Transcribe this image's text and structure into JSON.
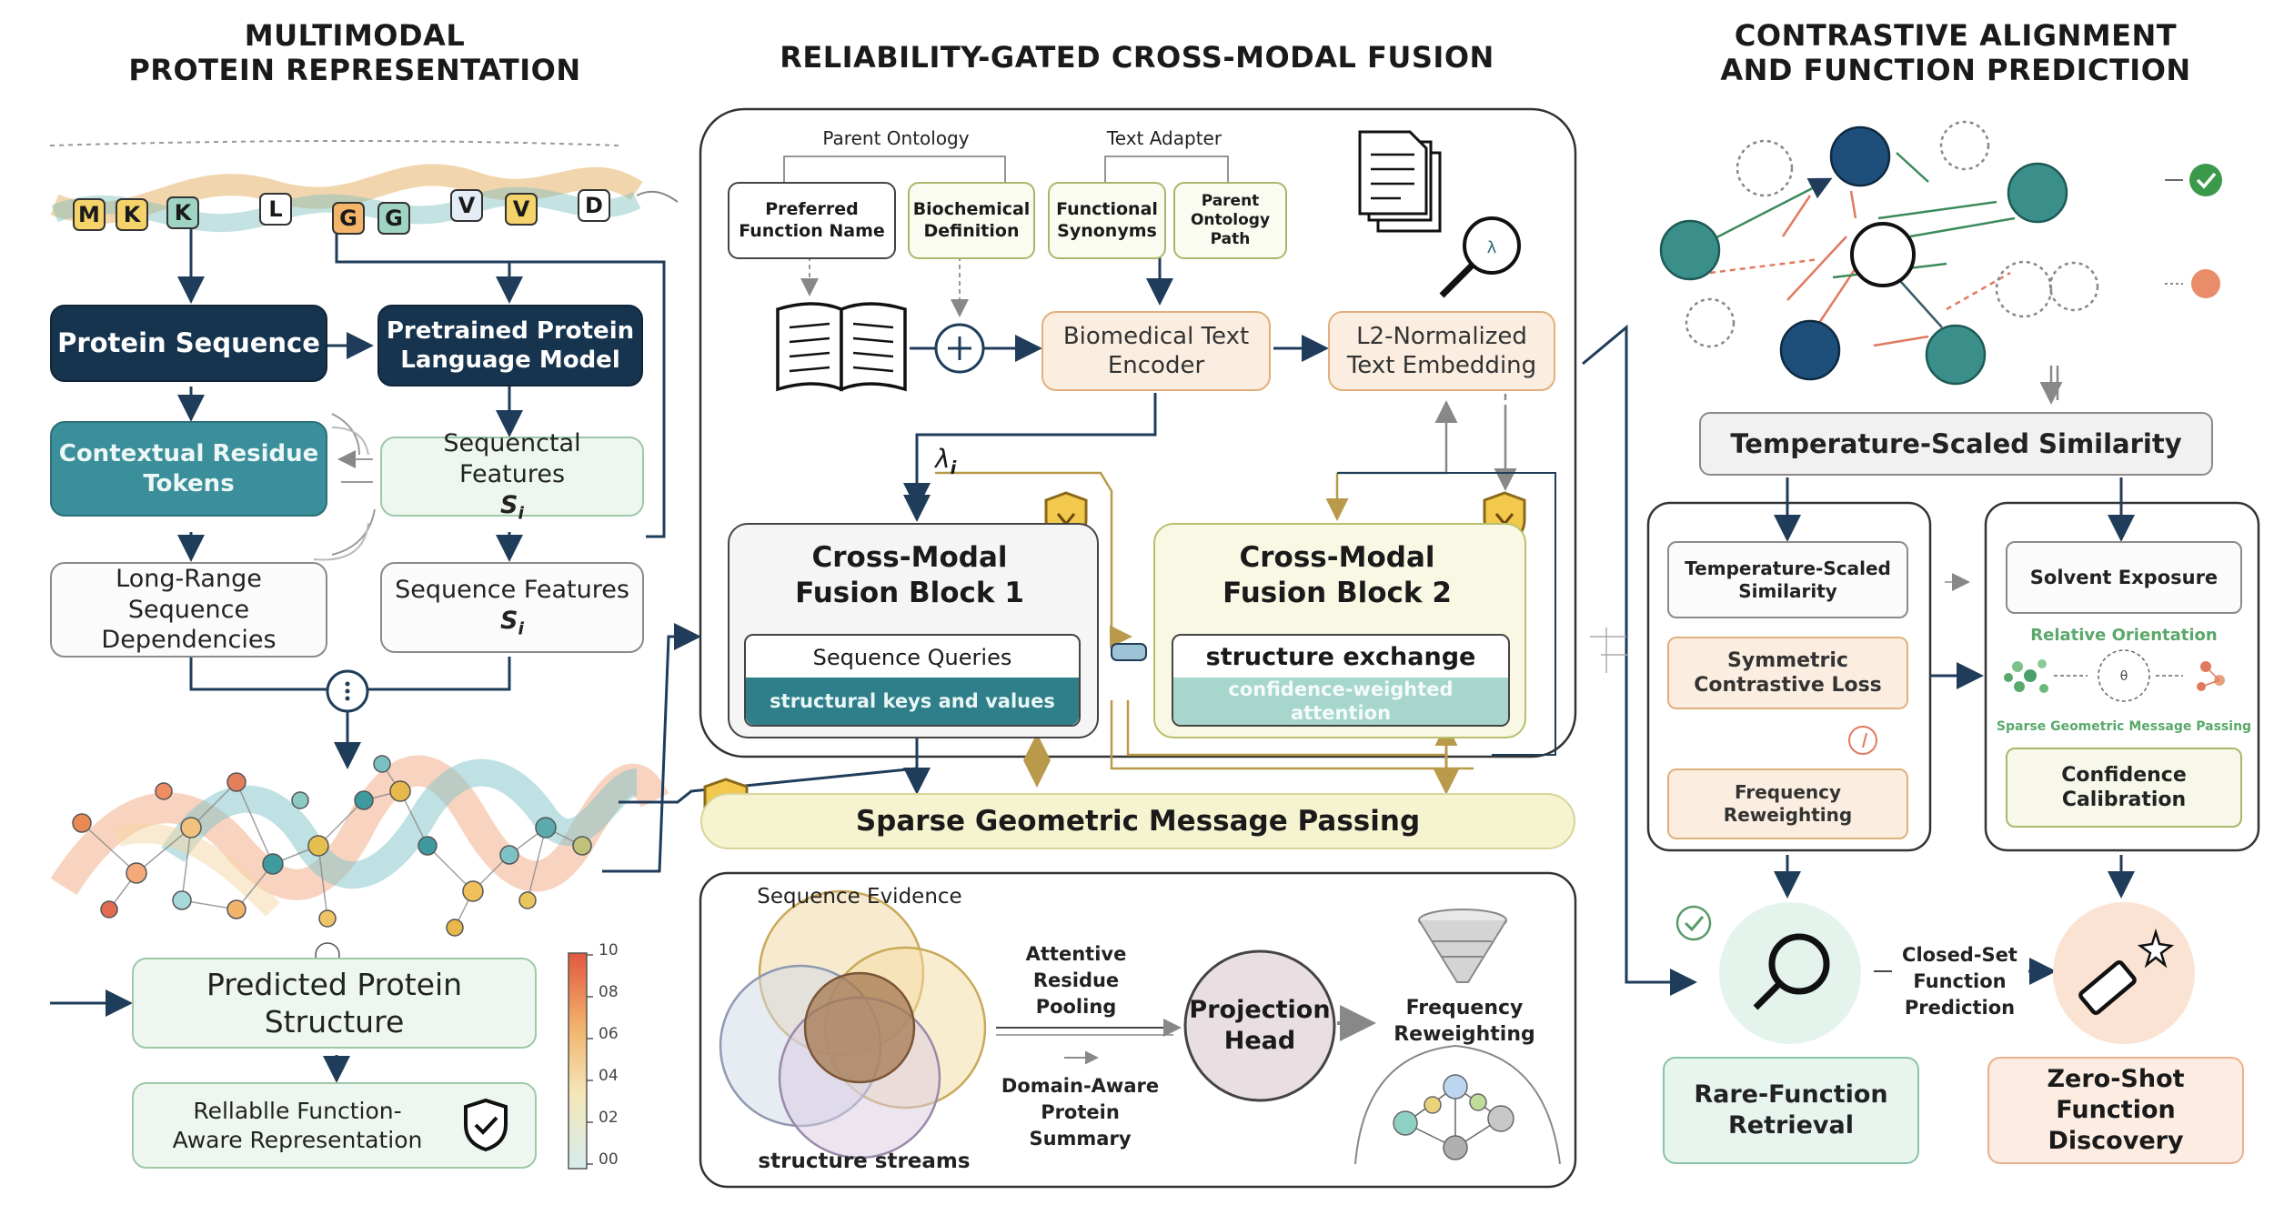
{
  "titles": {
    "left": "MULTIMODAL\nPROTEIN REPRESENTATION",
    "middle": "RELIABILITY-GATED CROSS-MODAL FUSION",
    "right": "CONTRASTIVE ALIGNMENT\nAND FUNCTION PREDICTION"
  },
  "left": {
    "residues": [
      "M",
      "K",
      "K",
      "L",
      "G",
      "G",
      "V",
      "V",
      "D"
    ],
    "protein_sequence": "Protein Sequence",
    "pretrained_model": "Pretrained Protein Language Model",
    "contextual_tokens": "Contextual Residue Tokens",
    "seq_features_1": "Sequenctal Features",
    "seq_features_2": "Sequence Features",
    "seq_symbol": "S",
    "seq_subscript": "i",
    "long_range": "Long-Range Sequence Dependencies",
    "predicted_structure": "Predicted Protein Structure",
    "reliable_repr": "Rellablle Function-Aware Representation",
    "colorbar_ticks": [
      "10",
      "08",
      "06",
      "04",
      "02",
      "00"
    ]
  },
  "middle": {
    "parent_ontology": "Parent Ontology",
    "text_adapter": "Text Adapter",
    "preferred_function_name": "Preferred Function Name",
    "biochemical_definition": "Biochemical Definition",
    "functional_synonyms": "Functional Synonyms",
    "parent_ontology_path": "Parent Ontology Path",
    "text_encoder": "Biomedical Text Encoder",
    "text_embedding": "L2-Normalized Text Embedding",
    "lambda": "λ",
    "lambda_sub": "i",
    "fusion1_title": "Cross-Modal Fusion Block 1",
    "fusion1_queries": "Sequence Queries",
    "fusion1_kv": "structural keys and values",
    "fusion2_title": "Cross-Modal Fusion Block 2",
    "fusion2_exchange": "structure exchange",
    "fusion2_attention": "confidence-weighted attention",
    "sparse_mp": "Sparse Geometric Message Passing",
    "sequence_evidence": "Sequence Evidence",
    "structure_streams": "structure streams",
    "attentive_pooling": "Attentive Residue Pooling",
    "domain_summary": "Domain-Aware Protein Summary",
    "projection_head": "Projection Head",
    "frequency_reweighting": "Frequency Reweighting"
  },
  "right": {
    "temp_similarity": "Temperature-Scaled Similarity",
    "left_panel": {
      "temp_similarity": "Temperature-Scaled Similarity",
      "symmetric_loss": "Symmetric Contrastive Loss",
      "frequency_reweighting": "Frequency Reweighting"
    },
    "right_panel": {
      "solvent_exposure": "Solvent Exposure",
      "relative_orientation": "Relative Orientation",
      "sparse_mp": "Sparse Geometric Message Passing",
      "confidence_calibration": "Confidence Calibration"
    },
    "closed_set": "Closed-Set Function Prediction",
    "rare_retrieval": "Rare-Function Retrieval",
    "zero_shot": "Zero-Shot Function Discovery"
  },
  "colors": {
    "navy": "#17344f",
    "teal": "#3b8f9a",
    "olive": "#b4a44c",
    "peach": "#f6d2b6",
    "mint": "#e4f4ec"
  }
}
